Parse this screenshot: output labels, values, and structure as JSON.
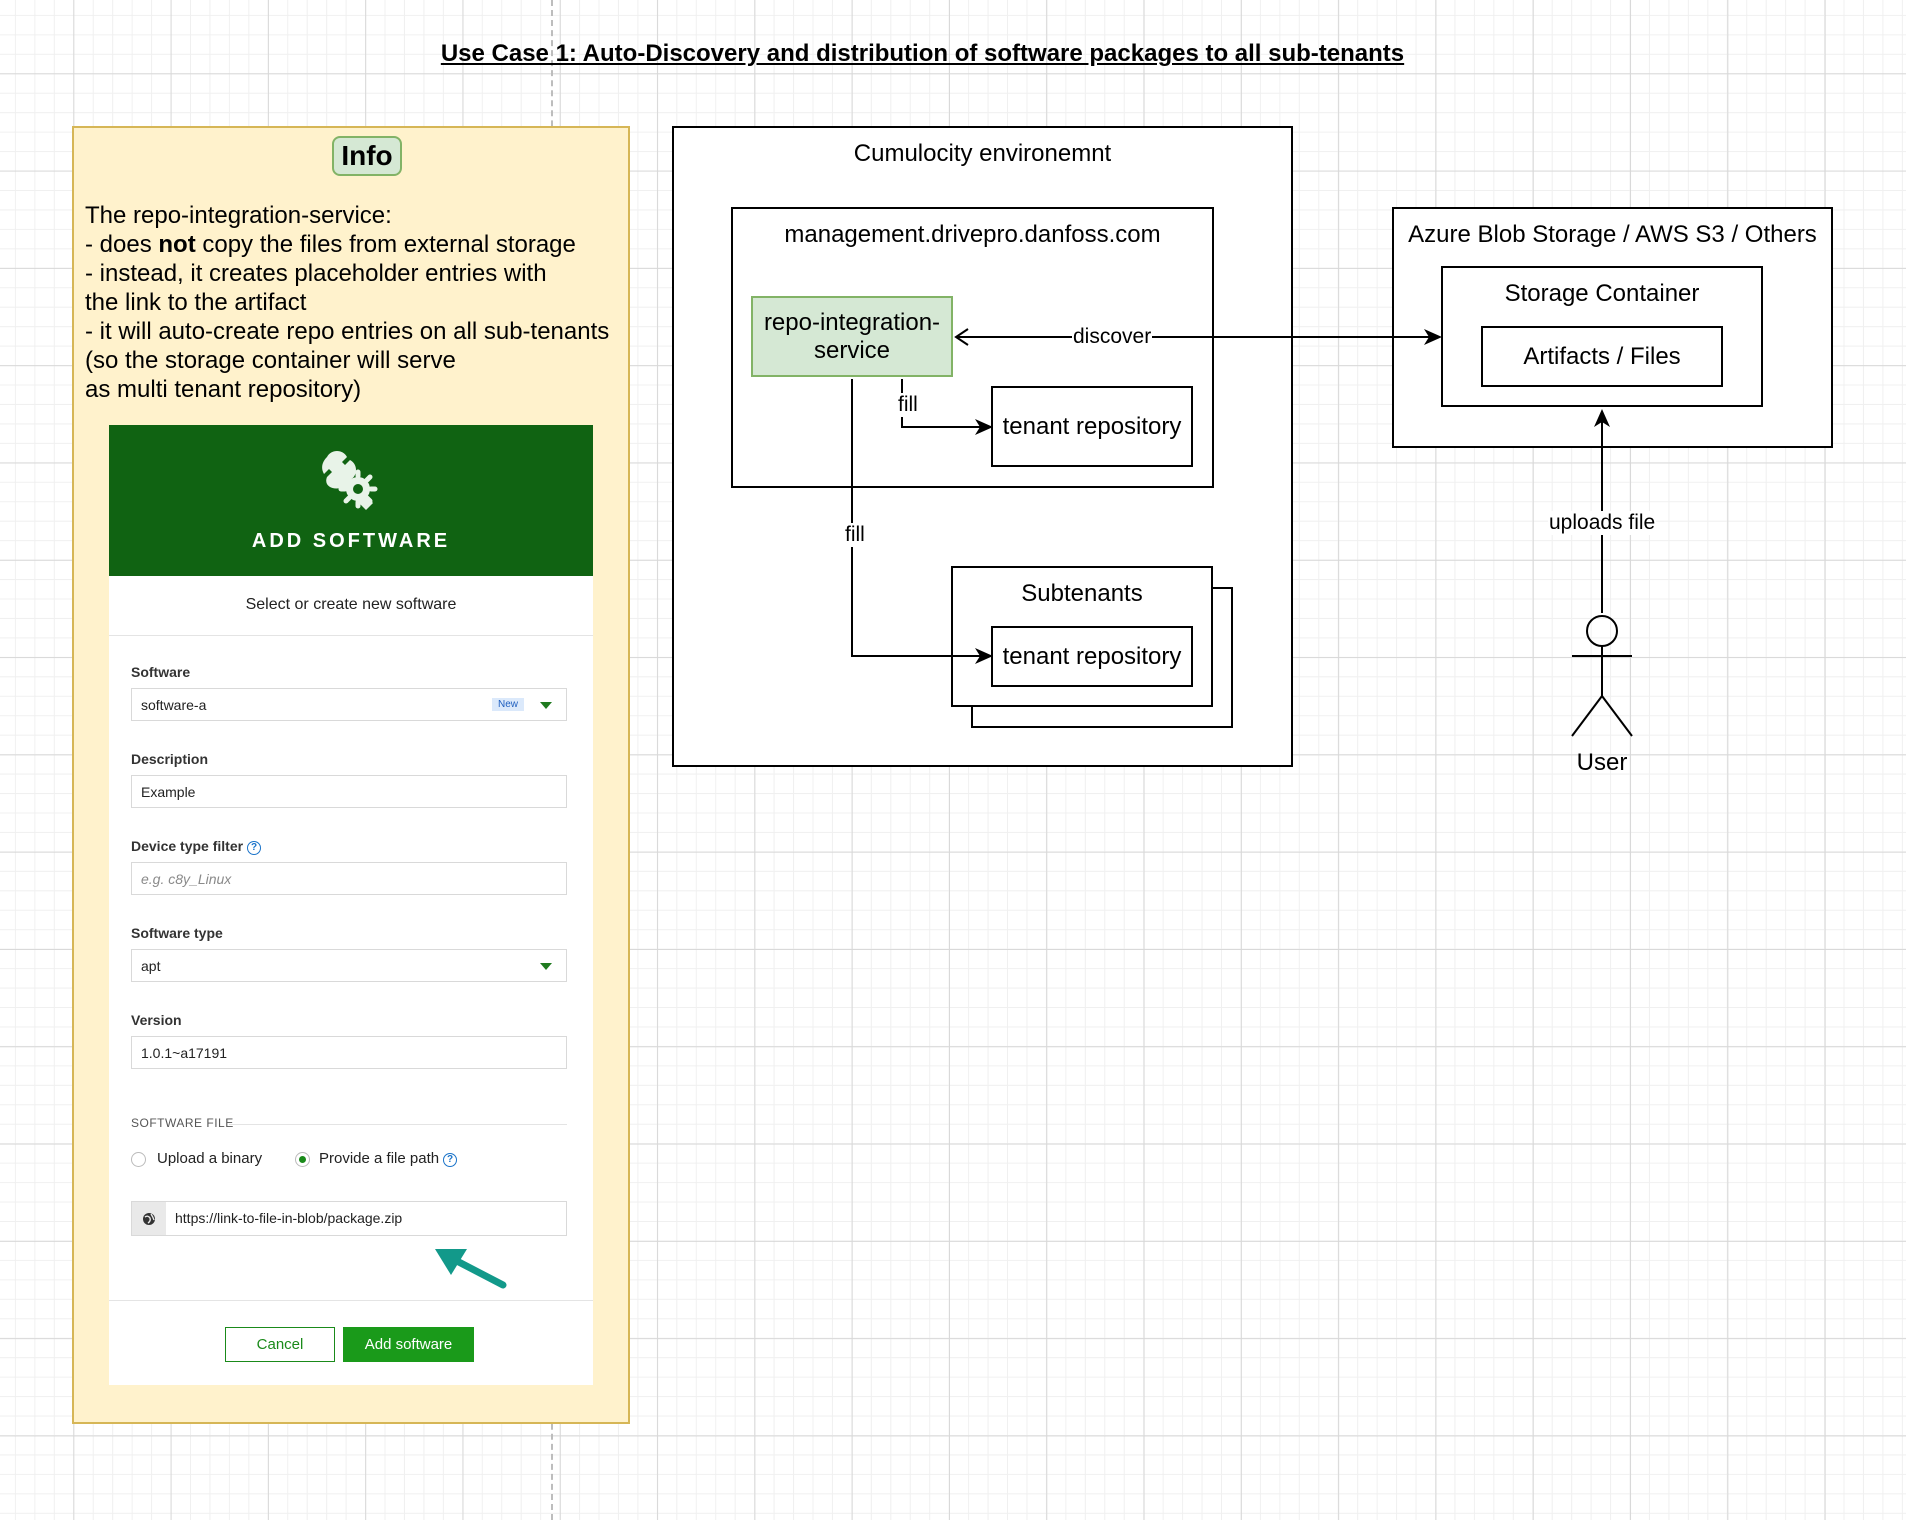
{
  "title": "Use Case 1: Auto-Discovery and distribution of software packages to all sub-tenants",
  "info": {
    "badge": "Info",
    "lines": {
      "l1": "The repo-integration-service:",
      "l2_pre": "- does ",
      "l2_bold": "not",
      "l2_post": " copy the files from external storage",
      "l3": "- instead, it creates placeholder entries with",
      "l4": "the link to the artifact",
      "l5": "- it will auto-create repo entries on all sub-tenants",
      "l6": "(so the storage container will serve",
      "l7": "as multi tenant repository)"
    }
  },
  "dialog": {
    "heading": "ADD SOFTWARE",
    "subheading": "Select or create new software",
    "icon": "wrench-gear-icon",
    "software": {
      "label": "Software",
      "value": "software-a",
      "badge": "New"
    },
    "description": {
      "label": "Description",
      "value": "Example"
    },
    "device_type_filter": {
      "label": "Device type filter",
      "placeholder": "e.g. c8y_Linux"
    },
    "software_type": {
      "label": "Software type",
      "value": "apt"
    },
    "version": {
      "label": "Version",
      "value": "1.0.1~a17191"
    },
    "software_file": {
      "section_label": "SOFTWARE FILE",
      "option_upload": "Upload a binary",
      "option_path": "Provide a file path",
      "selected": "Provide a file path",
      "url": "https://link-to-file-in-blob/package.zip"
    },
    "buttons": {
      "cancel": "Cancel",
      "add": "Add software"
    }
  },
  "diagram": {
    "cumulocity_label": "Cumulocity environemnt",
    "management_label": "management.drivepro.danfoss.com",
    "service_line1": "repo-integration-",
    "service_line2": "service",
    "tenant_repo_label": "tenant repository",
    "subtenants_label": "Subtenants",
    "sub_tenant_repo_label": "tenant repository",
    "storage_provider_label": "Azure Blob Storage / AWS S3 / Others",
    "storage_container_label": "Storage Container",
    "artifacts_label": "Artifacts / Files",
    "actor_label": "User",
    "edges": {
      "discover": "discover",
      "fill_tenant": "fill",
      "fill_subtenants": "fill",
      "uploads": "uploads file"
    }
  },
  "colors": {
    "info_fill": "#fff2cc",
    "info_border": "#d6b656",
    "service_fill": "#d5e8d4",
    "service_border": "#82b366",
    "dialog_header": "#106312",
    "arrow_teal": "#12998a"
  }
}
